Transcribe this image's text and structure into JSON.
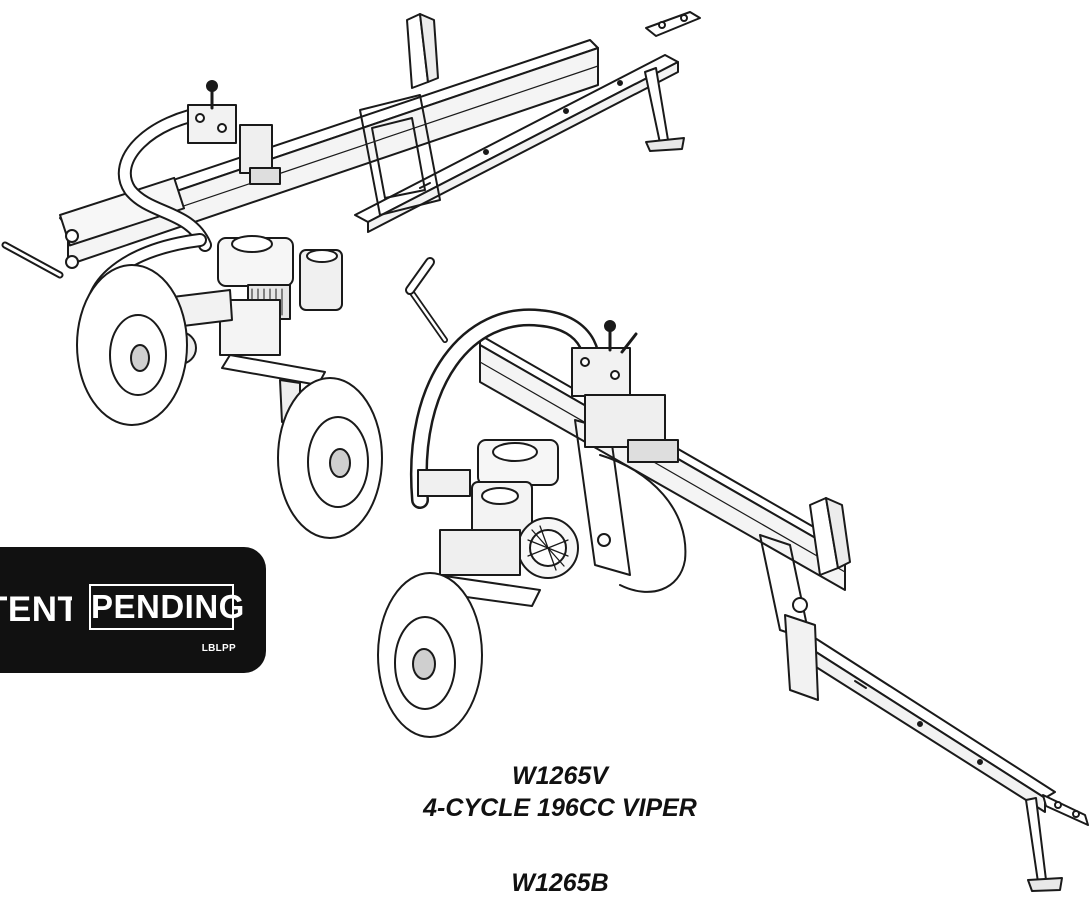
{
  "badge": {
    "word1": "TENT",
    "word2": "PENDING",
    "code": "LBLPP"
  },
  "products": [
    {
      "model": "W1265V",
      "description": "4-CYCLE 196CC VIPER"
    },
    {
      "model": "W1265B",
      "description": ""
    }
  ]
}
